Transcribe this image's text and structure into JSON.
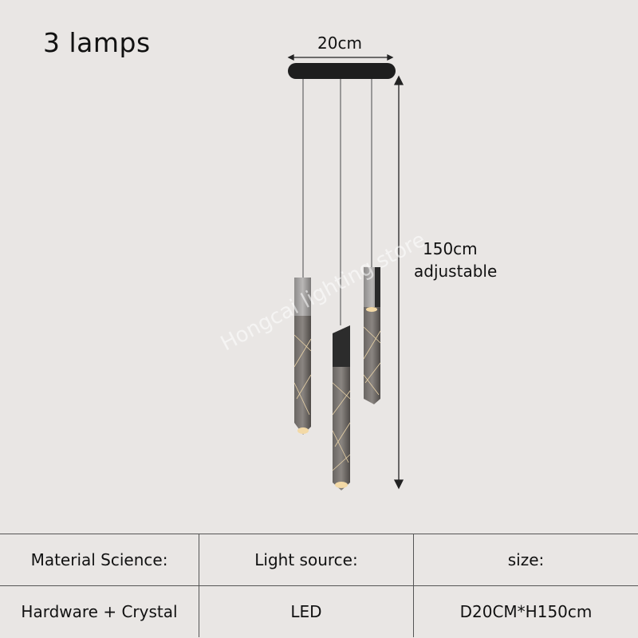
{
  "title": "3 lamps",
  "dimensions": {
    "width": "20cm",
    "height_value": "150cm",
    "height_note": "adjustable"
  },
  "watermark": "Hongcai lighting store",
  "specs": {
    "headers": [
      "Material Science:",
      "Light source:",
      "size:"
    ],
    "values": [
      "Hardware + Crystal",
      "LED",
      "D20CM*H150cm"
    ]
  },
  "colors": {
    "background": "#e9e6e4",
    "canopy": "#1e1e1e",
    "crystal": "#5a5552",
    "glow": "#f3d9a6"
  }
}
